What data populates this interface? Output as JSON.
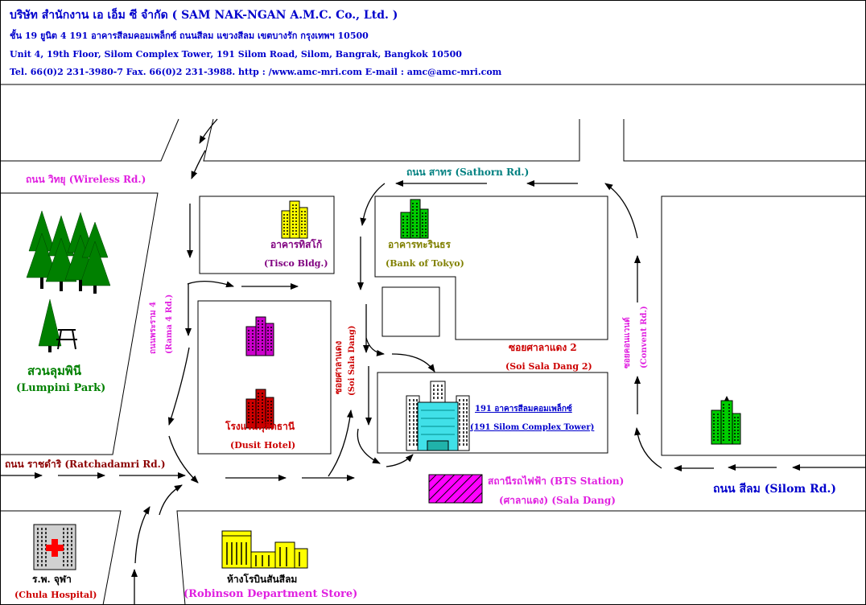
{
  "header": {
    "company_line": "บริษัท สำนักงาน เอ เอ็ม ซี จำกัด  ( SAM NAK-NGAN A.M.C. Co., Ltd. )",
    "address_th": "ชั้น 19 ยูนิต 4  191  อาคารสีลมคอมเพล็กซ์  ถนนสีลม  แขวงสีลม  เขตบางรัก  กรุงเทพฯ 10500",
    "address_en": "Unit 4, 19th Floor, Silom Complex Tower, 191 Silom Road, Silom, Bangrak, Bangkok 10500",
    "contact": "Tel. 66(0)2 231-3980-7    Fax. 66(0)2 231-3988.    http : /www.amc-mri.com    E-mail : amc@amc-mri.com"
  },
  "roads": {
    "wireless": "ถนน วิทยุ (Wireless Rd.)",
    "sathorn": "ถนน สาทร (Sathorn Rd.)",
    "rama4": "ถนนพระราม 4",
    "rama4_en": "(Rama 4 Rd.)",
    "soi_sala_dang": "ซอยศาลาแดง",
    "soi_sala_dang_en": "(Soi Sala Dang)",
    "soi_sala_dang2_th": "ซอยศาลาแดง 2",
    "soi_sala_dang2_en": "(Soi Sala Dang 2)",
    "convent": "ซอยคอนแวนต์",
    "convent_en": "(Convent Rd.)",
    "ratchadamri": "ถนน ราชดำริ (Ratchadamri Rd.)",
    "silom": "ถนน สีลม (Silom Rd.)"
  },
  "places": {
    "tisco_th": "อาคารทิสโก้",
    "tisco_en": "(Tisco Bldg.)",
    "tokyo_th": "อาคารทะรินธร",
    "tokyo_en": "(Bank of Tokyo)",
    "dusit_th": "โรงแรมดุสิตธานี",
    "dusit_en": "(Dusit Hotel)",
    "lumpini_th": "สวนลุมพินี",
    "lumpini_en": "(Lumpini Park)",
    "complex_th": "191 อาคารสีลมคอมเพล็กซ์",
    "complex_en": "(191 Silom Complex Tower)",
    "bts_th": "สถานีรถไฟฟ้า  (BTS Station)",
    "bts_en": "(ศาลาแดง)  (Sala Dang)",
    "chula_th": "ร.พ. จุฬา",
    "chula_en": "(Chula Hospital)",
    "robinson_th": "ห้างโรบินสันสีลม",
    "robinson_en": "(Robinson Department Store)"
  },
  "colors": {
    "header_blue": "#0000cc",
    "road_magenta": "#e020e0",
    "road_teal": "#008080",
    "road_red": "#cc0000",
    "road_maroon": "#8b0000",
    "silom_blue": "#0000cc",
    "tisco_purple": "#800080",
    "tokyo_olive": "#808000",
    "park_green": "#008000",
    "complex_cyan": "#00ced1",
    "bts_magenta": "#ff00ff"
  },
  "icons": [
    "tree-icon",
    "picnic-table-icon",
    "building-icon",
    "hospital-icon",
    "department-store-icon"
  ]
}
